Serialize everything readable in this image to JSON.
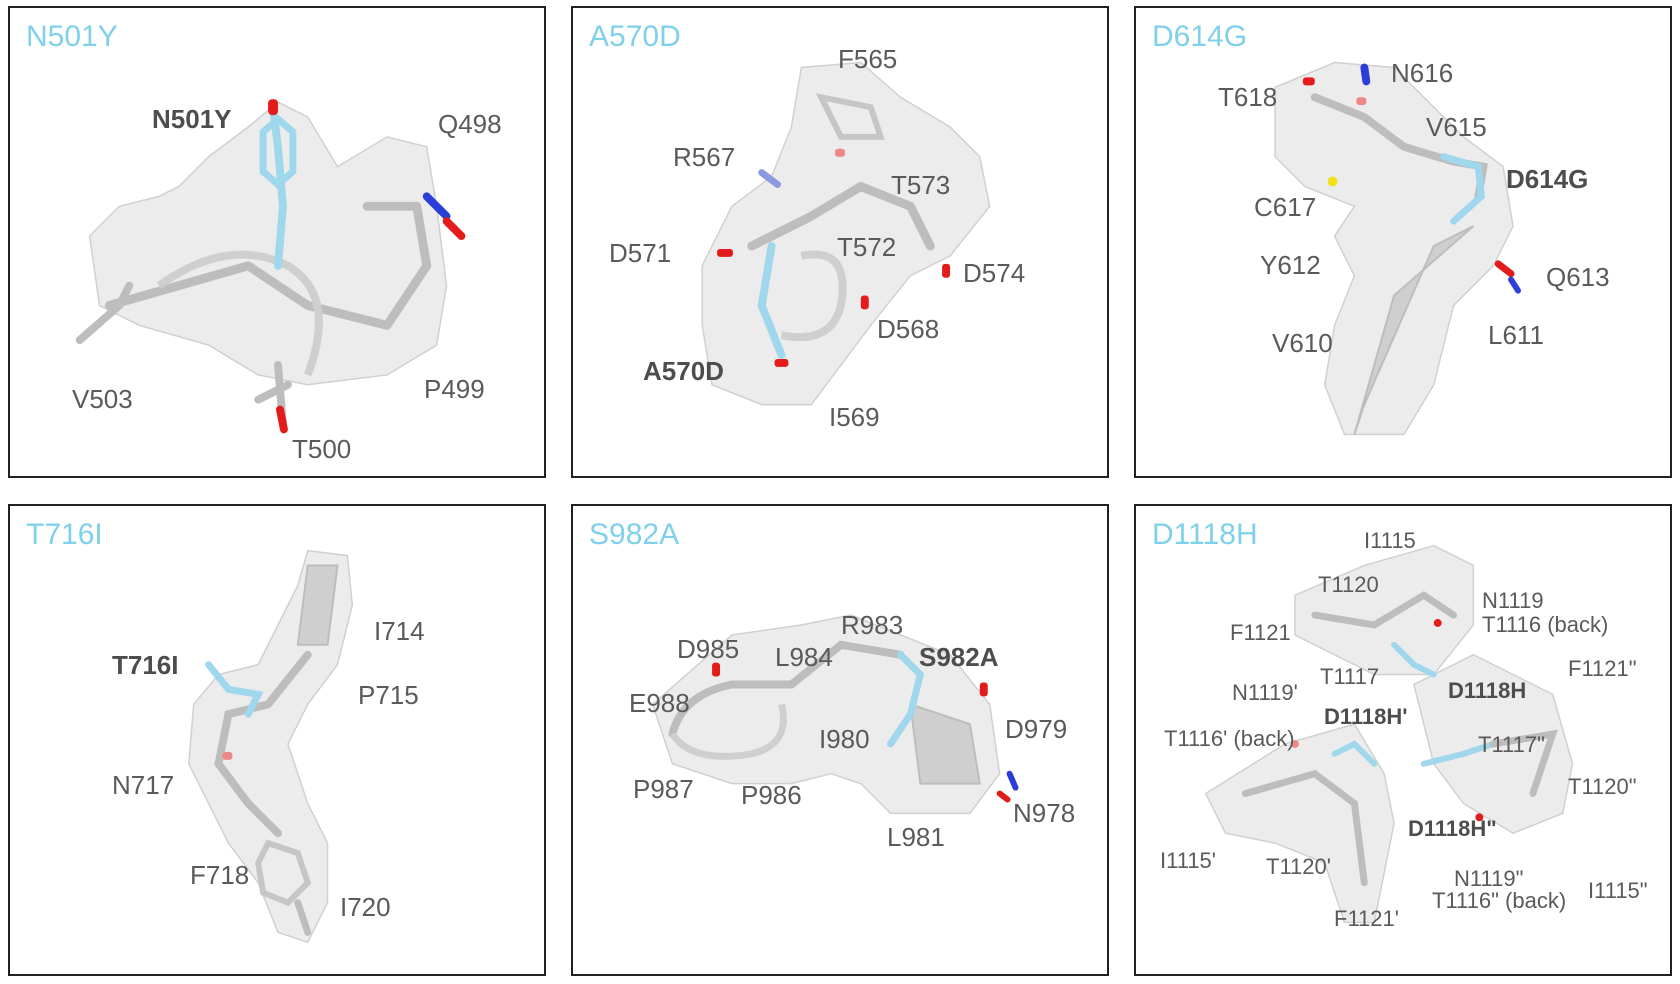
{
  "panels": [
    {
      "title": "N501Y",
      "labels": [
        "N501Y",
        "Q498",
        "V503",
        "T500",
        "P499"
      ]
    },
    {
      "title": "A570D",
      "labels": [
        "F565",
        "R567",
        "T573",
        "D571",
        "T572",
        "D574",
        "D568",
        "A570D",
        "I569"
      ]
    },
    {
      "title": "D614G",
      "labels": [
        "N616",
        "T618",
        "V615",
        "D614G",
        "C617",
        "Y612",
        "Q613",
        "V610",
        "L611"
      ]
    },
    {
      "title": "T716I",
      "labels": [
        "I714",
        "T716I",
        "P715",
        "N717",
        "F718",
        "I720"
      ]
    },
    {
      "title": "S982A",
      "labels": [
        "R983",
        "D985",
        "L984",
        "S982A",
        "E988",
        "D979",
        "I980",
        "P987",
        "P986",
        "N978",
        "L981"
      ]
    },
    {
      "title": "D1118H",
      "labels": [
        "I1115",
        "T1120",
        "N1119",
        "T1116 (back)",
        "F1121",
        "T1117",
        "D1118H",
        "F1121\"",
        "N1119'",
        "D1118H'",
        "T1116' (back)",
        "T1117\"",
        "T1120\"",
        "D1118H\"",
        "I1115'",
        "T1120'",
        "N1119\"",
        "T1116\" (back)",
        "I1115\"",
        "F1121'"
      ]
    }
  ],
  "colors": {
    "title": "#7fd0ea",
    "label": "#5a5a5a",
    "highlight": "#8fd3ea",
    "oxygen": "#e31b1b",
    "nitrogen": "#2b3fd8",
    "sulfur": "#f2e21a",
    "density": "#e8e8e8",
    "stick": "#bcbcbc"
  }
}
